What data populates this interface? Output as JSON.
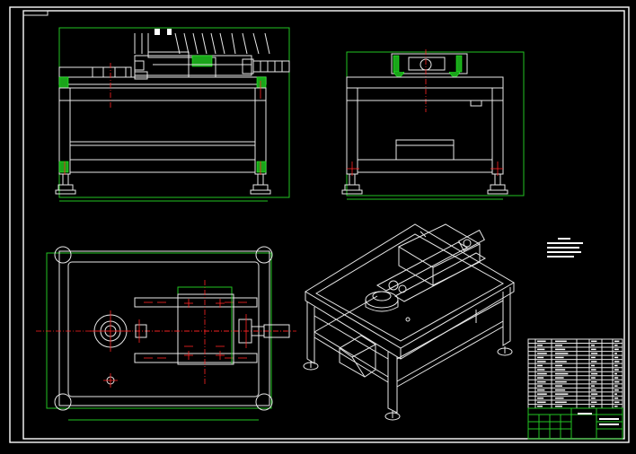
{
  "drawing": {
    "background": "#000000",
    "colors": {
      "outline": "#e8e8e8",
      "dimension": "#22c522",
      "center": "#ff2222"
    },
    "views": [
      "front-view",
      "side-view",
      "top-view",
      "isometric-view"
    ],
    "title_block": {
      "rows": 17,
      "cols": 4
    },
    "notes_block": {
      "lines": 5
    }
  }
}
